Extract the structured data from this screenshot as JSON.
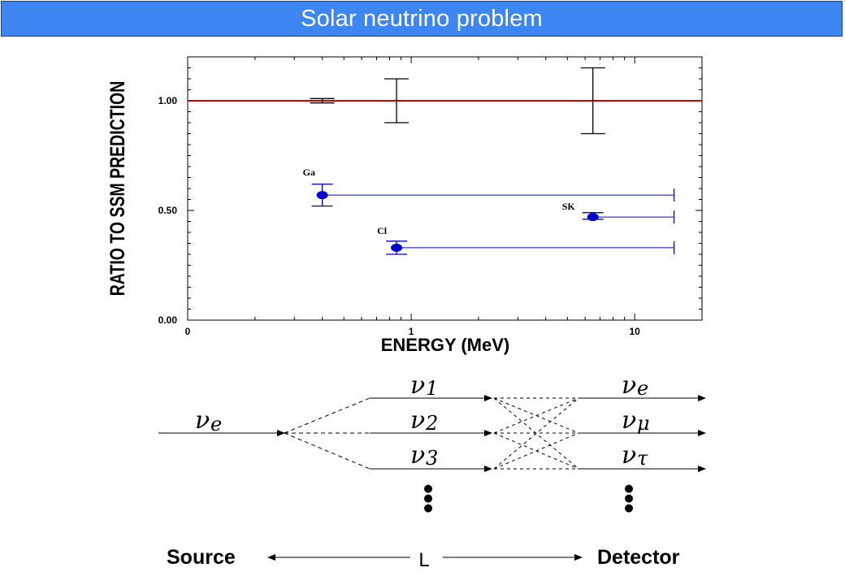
{
  "header": {
    "title": "Solar neutrino problem"
  },
  "colors": {
    "banner": "#3d86f2",
    "prediction_line": "#d40000",
    "measurement": "#0000cc"
  },
  "chart_data": {
    "type": "scatter",
    "xlabel": "ENERGY (MeV)",
    "ylabel": "RATIO TO SSM PREDICTION",
    "x_scale": "log",
    "xlim": [
      0.1,
      20
    ],
    "ylim": [
      0,
      1.2
    ],
    "x_tick_labels": [
      {
        "value": 0.1,
        "label": "0"
      },
      {
        "value": 1,
        "label": "1"
      },
      {
        "value": 10,
        "label": "10"
      }
    ],
    "y_tick_labels": [
      {
        "value": 0.0,
        "label": "0.00"
      },
      {
        "value": 0.5,
        "label": "0.50"
      },
      {
        "value": 1.0,
        "label": "1.00"
      }
    ],
    "reference_line": {
      "y": 1.0,
      "color": "#d40000"
    },
    "theory_error_bars": [
      {
        "x": 0.4,
        "low": 0.99,
        "high": 1.01
      },
      {
        "x": 0.86,
        "low": 0.9,
        "high": 1.1
      },
      {
        "x": 6.5,
        "low": 0.85,
        "high": 1.15
      }
    ],
    "measurements": [
      {
        "name": "Ga",
        "x": 0.4,
        "y": 0.57,
        "y_low": 0.52,
        "y_high": 0.62,
        "x_to": 15
      },
      {
        "name": "Cl",
        "x": 0.86,
        "y": 0.33,
        "y_low": 0.3,
        "y_high": 0.36,
        "x_to": 15
      },
      {
        "name": "SK",
        "x": 6.5,
        "y": 0.47,
        "y_low": 0.46,
        "y_high": 0.49,
        "x_to": 15
      }
    ]
  },
  "diagram": {
    "source_state": {
      "glyph": "ν",
      "sub": "e"
    },
    "mass_states": [
      {
        "glyph": "ν",
        "sub": "1"
      },
      {
        "glyph": "ν",
        "sub": "2"
      },
      {
        "glyph": "ν",
        "sub": "3"
      }
    ],
    "flavor_states": [
      {
        "glyph": "ν",
        "sub": "e"
      },
      {
        "glyph": "ν",
        "sub": "μ"
      },
      {
        "glyph": "ν",
        "sub": "τ"
      }
    ],
    "source_label": "Source",
    "detector_label": "Detector",
    "baseline_label": "L"
  }
}
